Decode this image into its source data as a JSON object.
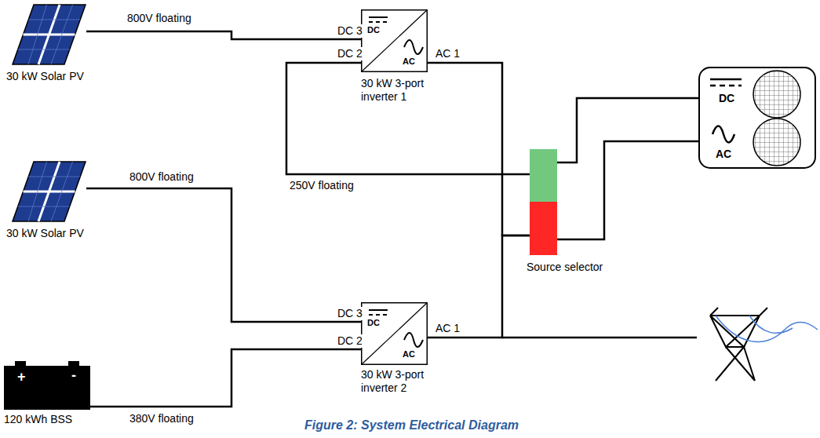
{
  "diagram": {
    "caption": "Figure 2: System Electrical Diagram",
    "nodes": [
      {
        "text": [
          "30 kW Solar PV"
        ]
      },
      {
        "text": [
          "DC",
          "AC",
          "30 kW 3-port inverter 1"
        ]
      },
      {
        "text": [
          "30 kW Solar PV"
        ]
      },
      {
        "text": [
          "+",
          "-",
          "120 kWh BSS"
        ]
      },
      {
        "text": [
          "DC",
          "AC",
          "30 kW 3-port inverter 2"
        ]
      },
      {
        "text": [
          "Source selector"
        ]
      },
      {
        "text": [
          "DC",
          "AC"
        ]
      }
    ],
    "edges": [
      {
        "from": 0,
        "to": 1,
        "label": "800V floating",
        "arrow": "none"
      },
      {
        "from": 1,
        "to": 5,
        "label": "250V floating",
        "arrow": "none"
      },
      {
        "from": 1,
        "to": 5,
        "arrow": "none"
      },
      {
        "from": 2,
        "to": 4,
        "label": "800V floating",
        "arrow": "none"
      },
      {
        "from": 4,
        "to": 5,
        "arrow": "none"
      },
      {
        "from": 3,
        "to": 4,
        "label": "380V floating",
        "arrow": "none"
      },
      {
        "from": 5,
        "to": 6,
        "arrow": "none"
      },
      {
        "from": 5,
        "to": 6,
        "arrow": "none"
      }
    ],
    "labels": [
      "DC 3",
      "DC 2",
      "AC 1",
      "DC 3",
      "DC 2",
      "AC 1"
    ]
  }
}
